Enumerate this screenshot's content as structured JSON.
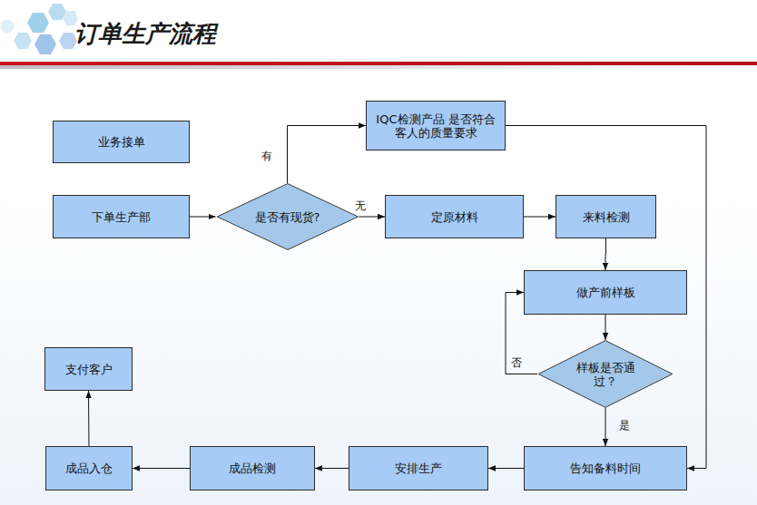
{
  "diagram": {
    "title": "订单生产流程",
    "nodes": [
      {
        "text": [
          "业务接单"
        ]
      },
      {
        "text": [
          "下单生产部"
        ]
      },
      {
        "text": [
          "是否有现货?"
        ]
      },
      {
        "text": [
          "IQC检测产品 是否符合 客人的质量要求"
        ]
      },
      {
        "text": [
          "定原材料"
        ]
      },
      {
        "text": [
          "来料检测"
        ]
      },
      {
        "text": [
          "做产前样板"
        ]
      },
      {
        "text": [
          "样板是否通过？"
        ]
      },
      {
        "text": [
          "告知备料时间"
        ]
      },
      {
        "text": [
          "安排生产"
        ]
      },
      {
        "text": [
          "成品检测"
        ]
      },
      {
        "text": [
          "成品入仓"
        ]
      },
      {
        "text": [
          "支付客户"
        ]
      }
    ],
    "edges": [
      {
        "from": 1,
        "to": 2,
        "arrow": "to"
      },
      {
        "from": 2,
        "to": 3,
        "label": "有",
        "arrow": "to"
      },
      {
        "from": 2,
        "to": 4,
        "label": "无",
        "arrow": "to"
      },
      {
        "from": 4,
        "to": 5,
        "arrow": "to"
      },
      {
        "from": 5,
        "to": 6,
        "arrow": "to"
      },
      {
        "from": 6,
        "to": 7,
        "arrow": "to"
      },
      {
        "from": 7,
        "to": 6,
        "label": "否",
        "arrow": "to"
      },
      {
        "from": 7,
        "to": 8,
        "label": "是",
        "arrow": "to"
      },
      {
        "from": 3,
        "to": 8,
        "arrow": "to"
      },
      {
        "from": 8,
        "to": 9,
        "arrow": "to"
      },
      {
        "from": 9,
        "to": 10,
        "arrow": "to"
      },
      {
        "from": 10,
        "to": 11,
        "arrow": "to"
      },
      {
        "from": 11,
        "to": 12,
        "arrow": "to"
      }
    ]
  }
}
